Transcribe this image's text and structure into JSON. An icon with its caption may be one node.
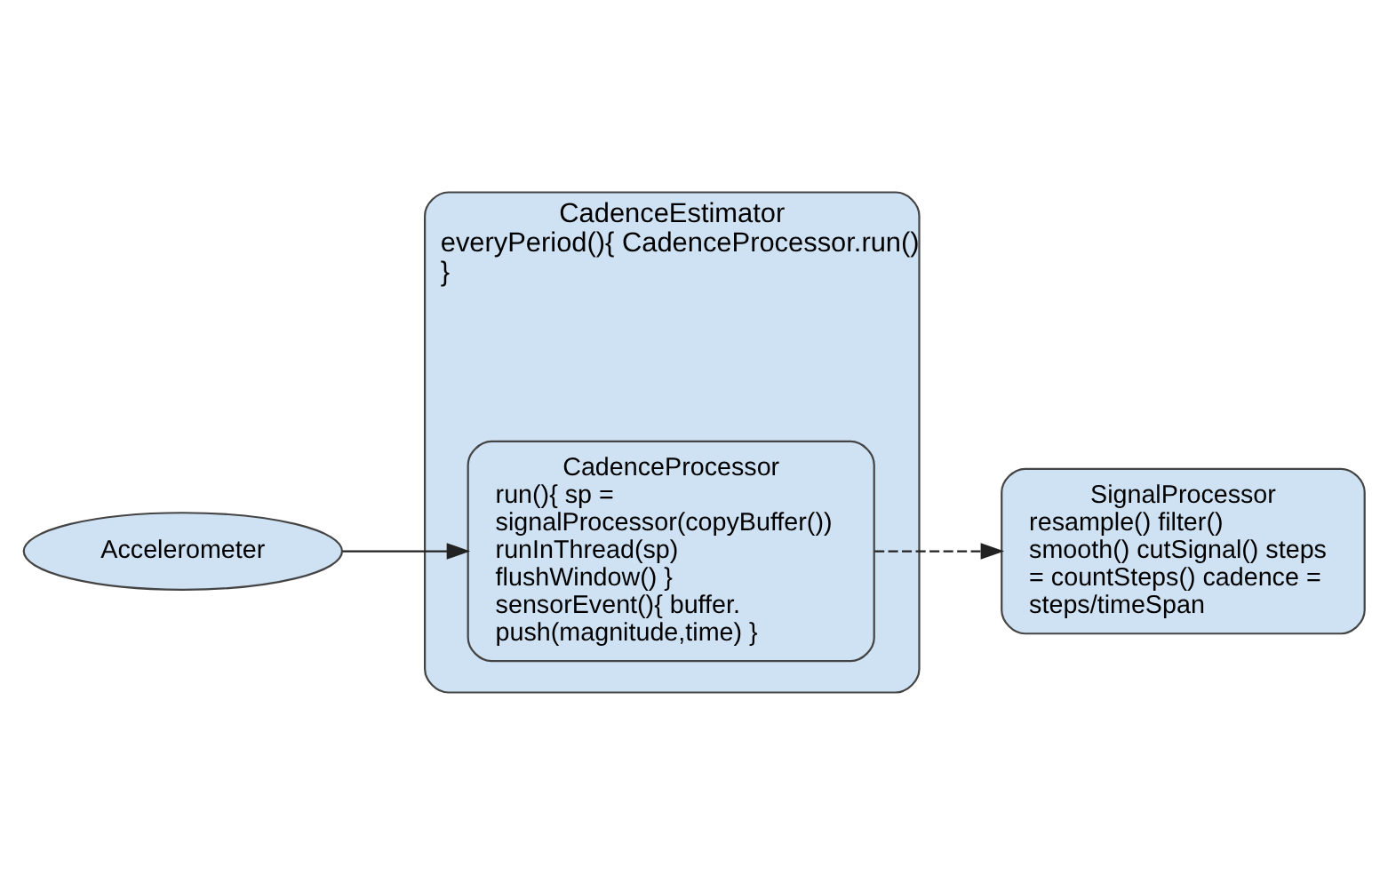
{
  "diagram": {
    "nodes": [
      {
        "text": [
          "CadenceEstimator",
          "everyPeriod(){ CadenceProcessor.run() }"
        ]
      },
      {
        "text": [
          "CadenceProcessor",
          "run(){ sp = signalProcessor(copyBuffer()) runInThread(sp) flushWindow() } sensorEvent(){ buffer. push(magnitude,time) }"
        ],
        "in": 0
      },
      {
        "text": [
          "SignalProcessor",
          "resample() filter() smooth() cutSignal() steps = countSteps() cadence = steps/timeSpan"
        ]
      },
      {
        "text": [
          "Accelerometer"
        ]
      }
    ],
    "edges": [
      {
        "from": 1,
        "to": 2,
        "arrow": "to",
        "style": "dashed"
      },
      {
        "from": 3,
        "to": 1,
        "arrow": "to"
      }
    ]
  }
}
